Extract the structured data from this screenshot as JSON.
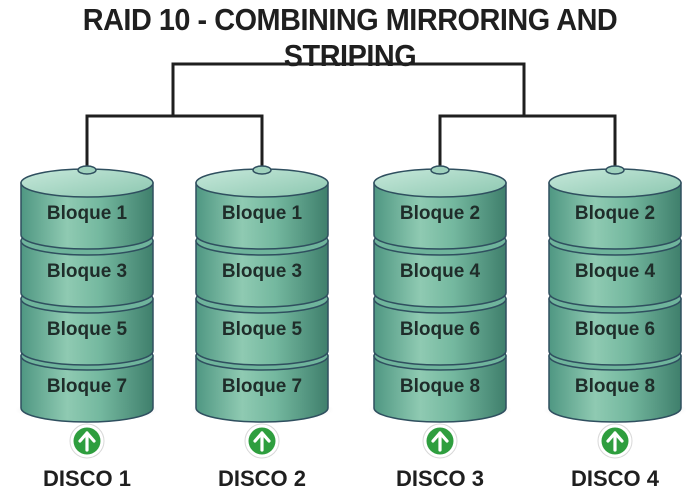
{
  "title": "RAID 10 - COMBINING MIRRORING AND STRIPING",
  "colors": {
    "disk_body": "#6fb49c",
    "disk_top": "#a9d6c3",
    "disk_line": "#2f4f5f",
    "connector": "#1f1f1f",
    "arrow_badge": "#2e9e3e"
  },
  "disks": [
    {
      "label": "DISCO 1",
      "icon": "up-arrow-icon",
      "blocks": [
        "Bloque 1",
        "Bloque 3",
        "Bloque 5",
        "Bloque 7"
      ]
    },
    {
      "label": "DISCO 2",
      "icon": "up-arrow-icon",
      "blocks": [
        "Bloque 1",
        "Bloque 3",
        "Bloque 5",
        "Bloque 7"
      ]
    },
    {
      "label": "DISCO 3",
      "icon": "up-arrow-icon",
      "blocks": [
        "Bloque 2",
        "Bloque 4",
        "Bloque 6",
        "Bloque 8"
      ]
    },
    {
      "label": "DISCO 4",
      "icon": "up-arrow-icon",
      "blocks": [
        "Bloque 2",
        "Bloque 4",
        "Bloque 6",
        "Bloque 8"
      ]
    }
  ]
}
